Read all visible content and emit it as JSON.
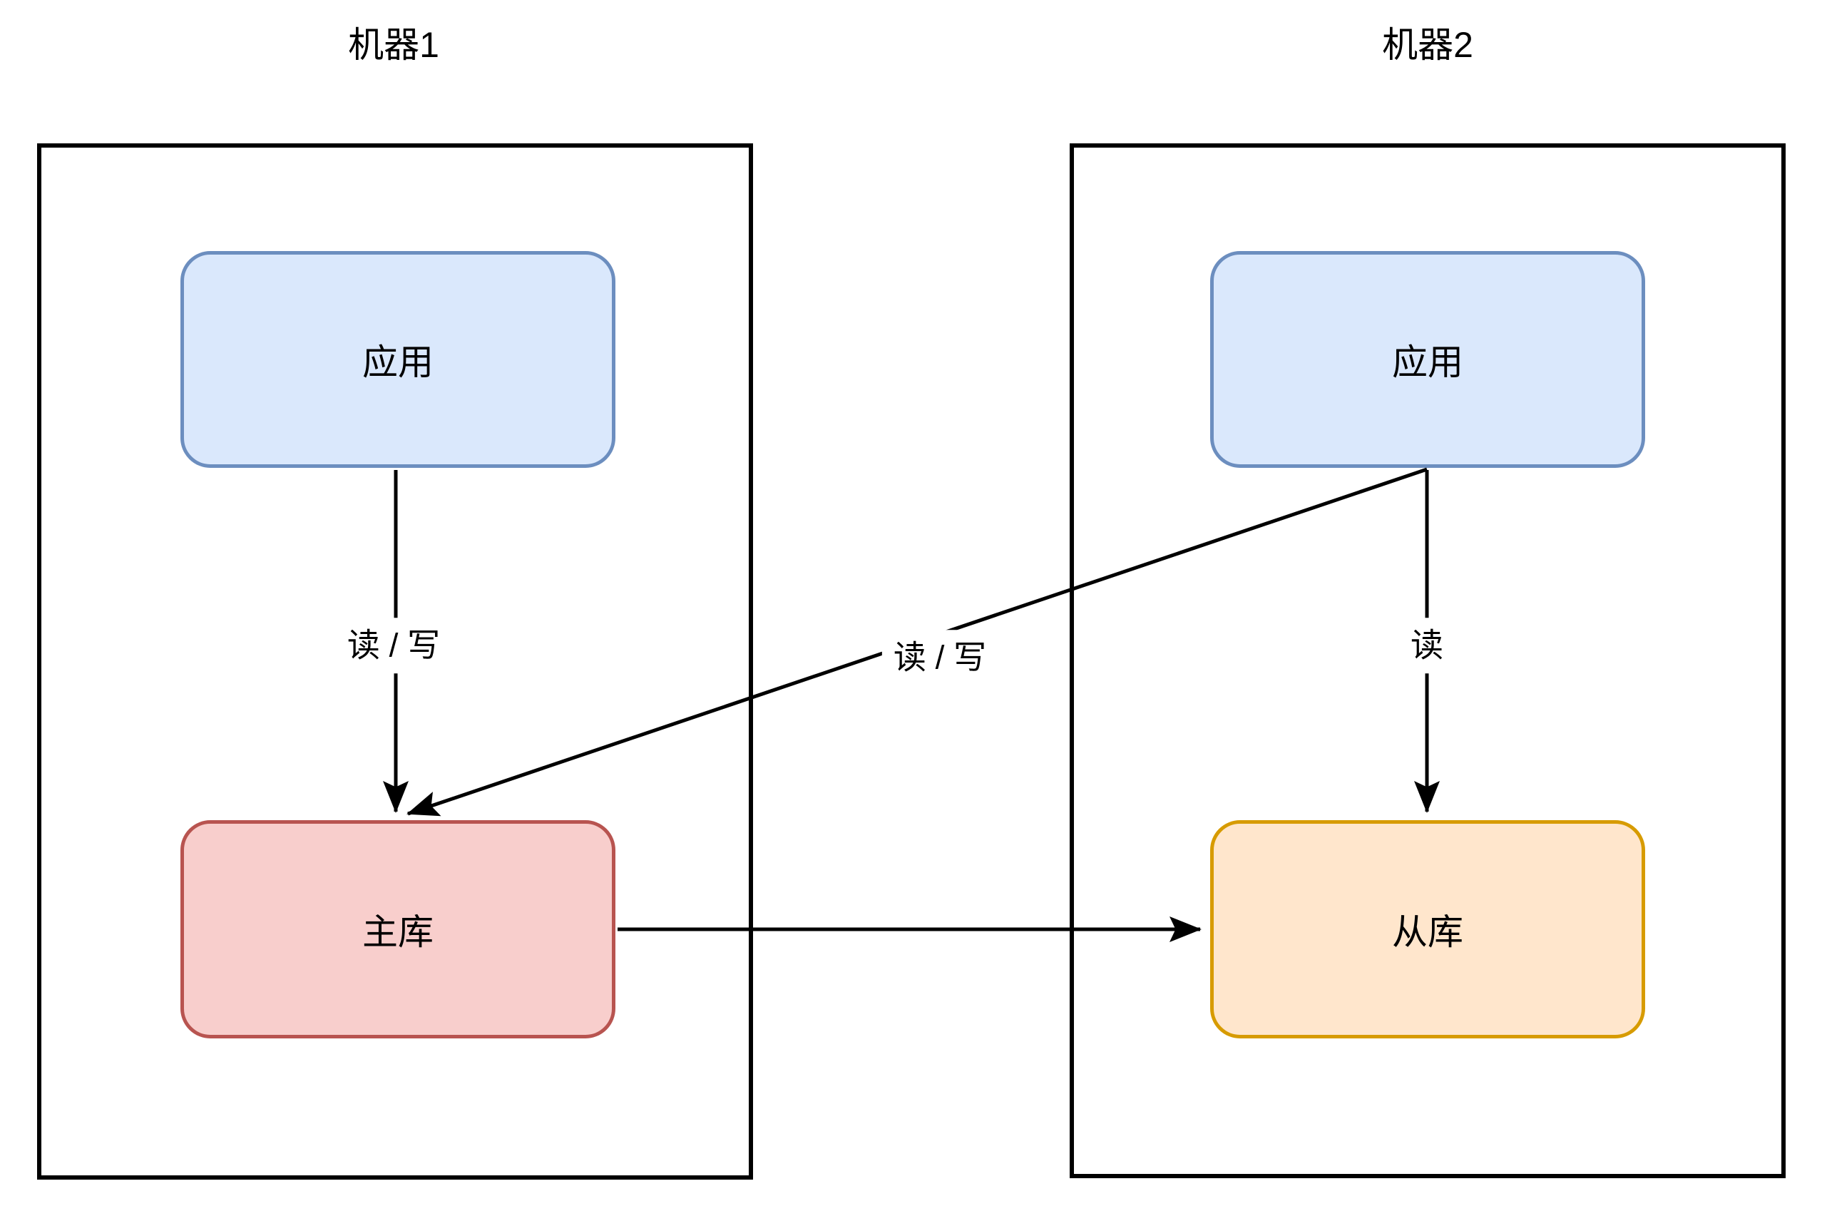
{
  "diagram": {
    "type": "architecture-diagram",
    "topic": "database read-write splitting / master-slave replication"
  },
  "machines": [
    {
      "title": "机器1",
      "nodes": [
        {
          "id": "app1",
          "label": "应用",
          "role": "application"
        },
        {
          "id": "master",
          "label": "主库",
          "role": "master-database"
        }
      ]
    },
    {
      "title": "机器2",
      "nodes": [
        {
          "id": "app2",
          "label": "应用",
          "role": "application"
        },
        {
          "id": "slave",
          "label": "从库",
          "role": "slave-database"
        }
      ]
    }
  ],
  "edges": [
    {
      "from": "app1",
      "to": "master",
      "label": "读 / 写"
    },
    {
      "from": "app2",
      "to": "master",
      "label": "读 / 写"
    },
    {
      "from": "app2",
      "to": "slave",
      "label": "读"
    },
    {
      "from": "master",
      "to": "slave",
      "label": ""
    }
  ],
  "colors": {
    "app_fill": "#dae8fc",
    "app_border": "#6c8ebf",
    "master_fill": "#f8cecc",
    "master_border": "#b85450",
    "slave_fill": "#ffe6cc",
    "slave_border": "#d79b00",
    "container_border": "#000000",
    "arrow": "#000000",
    "background": "#ffffff"
  }
}
